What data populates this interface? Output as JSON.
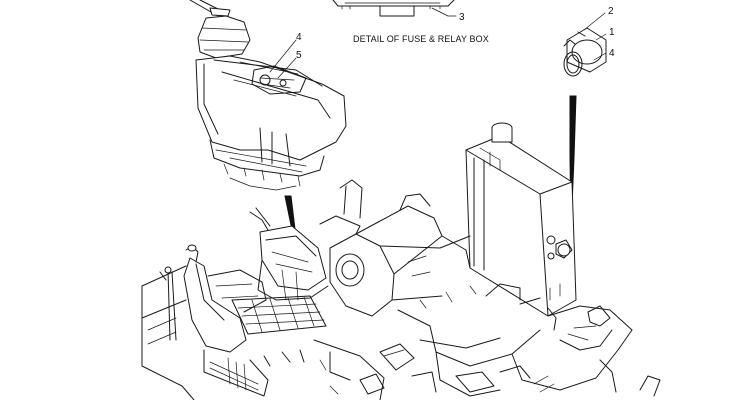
{
  "caption": "DETAIL OF FUSE & RELAY BOX",
  "callouts": {
    "c1": "1",
    "c2": "2",
    "c3": "3",
    "c4_upper": "4",
    "c4_right": "4",
    "c5": "5"
  }
}
